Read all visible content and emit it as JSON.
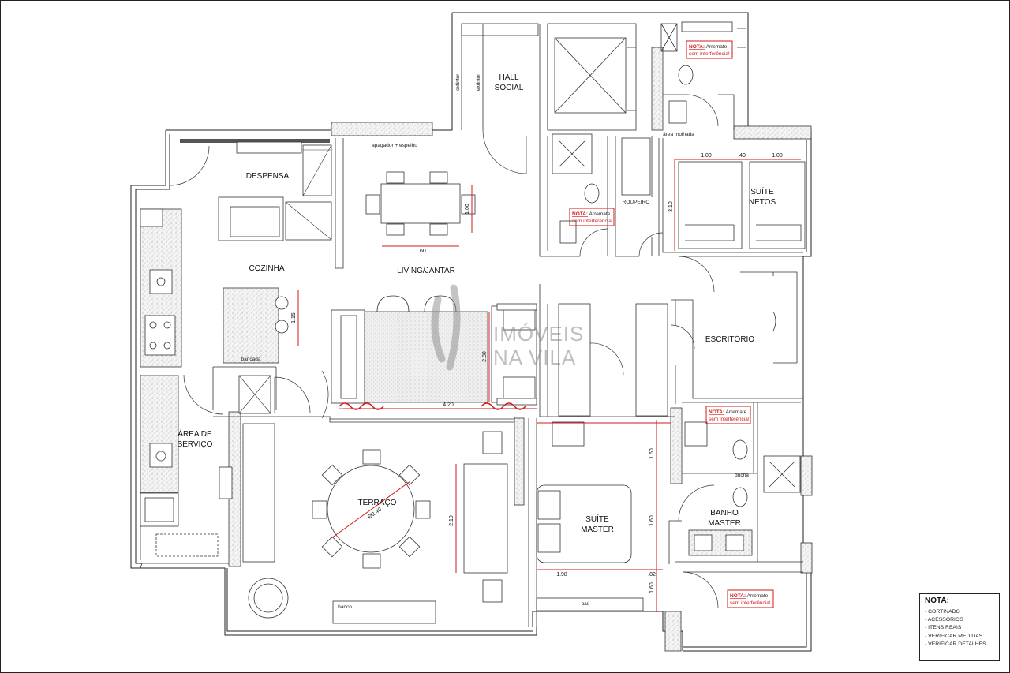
{
  "rooms": {
    "hall_social": [
      "HALL",
      "SOCIAL"
    ],
    "despensa": "DESPENSA",
    "cozinha": "COZINHA",
    "living_jantar": "LIVING/JANTAR",
    "area_servico": [
      "ÁREA DE",
      "SERVIÇO"
    ],
    "terraco": "TERRAÇO",
    "suite_netos": [
      "SUÍTE",
      "NETOS"
    ],
    "escritorio": "ESCRITÓRIO",
    "suite_master": [
      "SUÍTE",
      "MASTER"
    ],
    "banho_master": [
      "BANHO",
      "MASTER"
    ]
  },
  "small_labels": {
    "apagador": "apagador + espelho",
    "area_molhada": "área molhada",
    "roupeiro": "ROUPEIRO",
    "bancada": "bancada",
    "ducha": "ducha",
    "banco": "banco",
    "bau": "baú",
    "vertical_1": "extintor",
    "vertical_2": "extintor"
  },
  "dimensions": {
    "d_100a": "1.00",
    "d_40": ".40",
    "d_100b": "1.00",
    "d_310": "3.10",
    "d_100_table": "1.00",
    "d_160_table": "1.60",
    "d_115": "1.15",
    "d_420": "4.20",
    "d_280": "2.80",
    "d_210": "2.10",
    "d_diam": "Ø2.40",
    "d_160a": "1.60",
    "d_160b": "1.60",
    "d_160c": "1.60",
    "d_198": "1.98",
    "d_82": ".82"
  },
  "notes_red": {
    "title": "NOTA:",
    "text_a": "Arremate",
    "text_b": "sem interferência!"
  },
  "watermark": {
    "line1": "IMÓVEIS",
    "line2": "NA VILA"
  },
  "nota_box": {
    "title": "NOTA:",
    "items": [
      "- CORTINADO",
      "- ACESSÓRIOS",
      "- ITENS REAIS",
      "- VERIFICAR MEDIDAS",
      "- VERIFICAR DETALHES"
    ]
  },
  "colors": {
    "wall": "#3a3a3a",
    "annotation": "#d21a1a",
    "watermark": "#8a8a8a"
  }
}
